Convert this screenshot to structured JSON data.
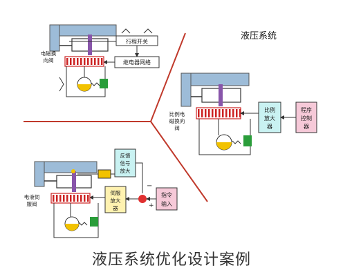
{
  "diagram_title": "液压系统",
  "caption": "液压系统优化设计案例",
  "colors": {
    "divider": "#c0392b",
    "cylinder": "#9dbcd8",
    "pipe": "#333333",
    "valve": "#cc2222",
    "pump": "#f2c200",
    "motor": "#2a9d3a",
    "box_yellow": "#fff2b0",
    "box_cyan": "#c9f2f2",
    "box_pink": "#f6c9d8",
    "sum_point": "#e03030"
  },
  "panel_top": {
    "travel_switch": "行程开关",
    "relay_circuit": "继电器网络",
    "valve_label": [
      "电磁换",
      "向阀"
    ]
  },
  "panel_right": {
    "valve_label": [
      "比例电",
      "磁换向",
      "阀"
    ],
    "amplifier": [
      "比例",
      "放大",
      "器"
    ],
    "controller": [
      "程序",
      "控制",
      "器"
    ]
  },
  "panel_bottom": {
    "feedback": [
      "反馈",
      "信号",
      "放大"
    ],
    "servo_amp": [
      "伺服",
      "放大",
      "器"
    ],
    "command": [
      "指令",
      "输入"
    ],
    "valve_label": [
      "电液伺",
      "服阀"
    ],
    "minus_sign": "−",
    "plus_sign": "+"
  }
}
